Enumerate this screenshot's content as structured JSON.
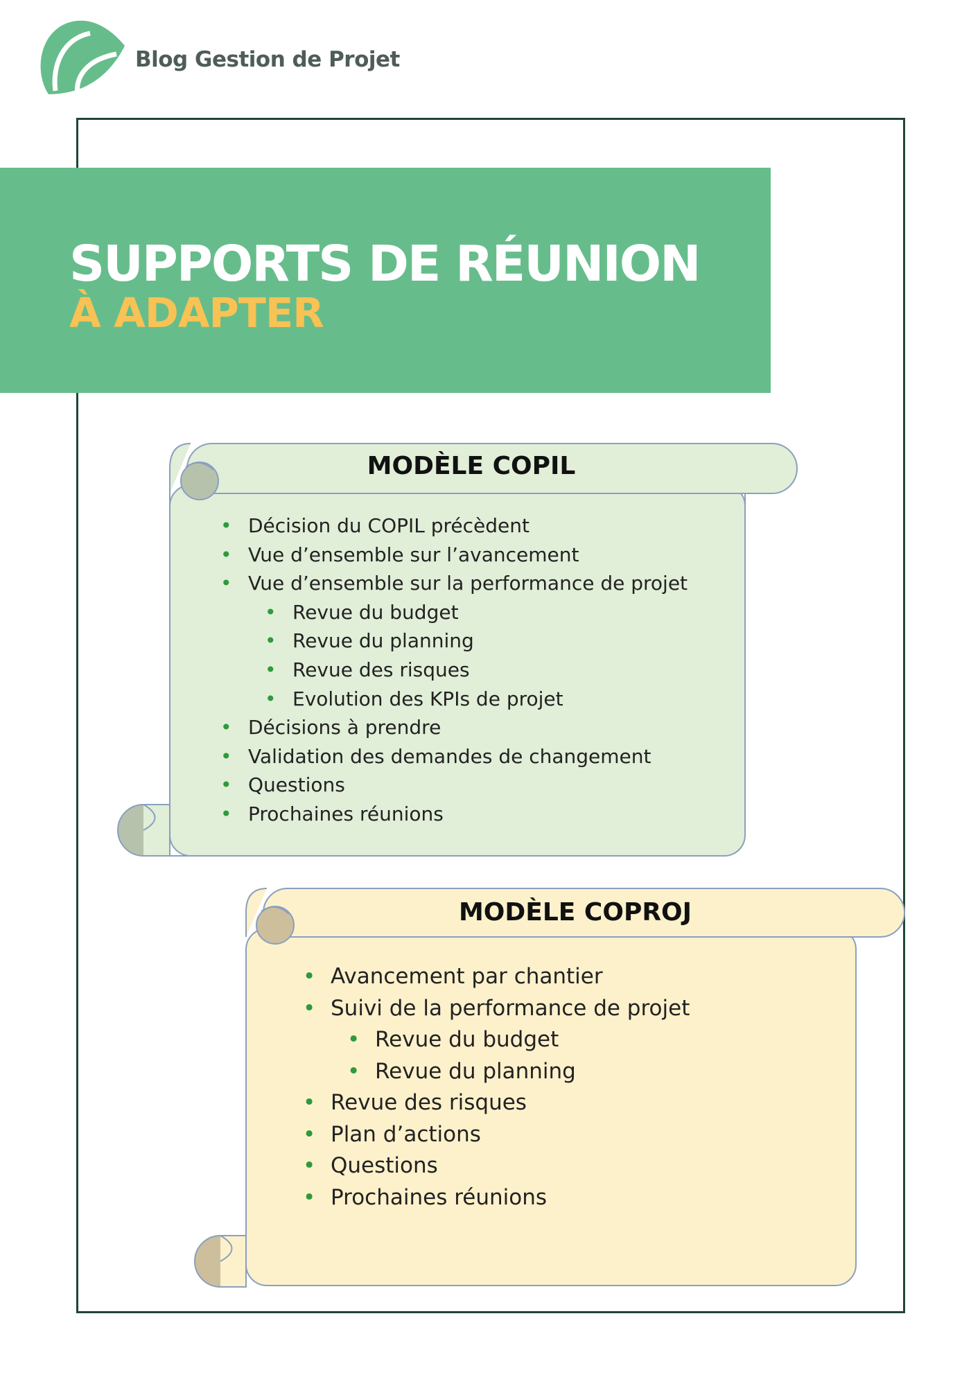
{
  "brand": {
    "name": "Blog Gestion de Projet",
    "icon": "leaf-logo-icon",
    "color": "#66bd8b"
  },
  "banner": {
    "title": "SUPPORTS DE RÉUNION",
    "subtitle": "À ADAPTER",
    "color": "#66bd8b",
    "subtitle_color": "#f8c254"
  },
  "copil": {
    "title": "MODÈLE COPIL",
    "fill": "#e1eed8",
    "items": [
      {
        "text": "Décision du COPIL précèdent",
        "level": 1
      },
      {
        "text": "Vue d’ensemble sur l’avancement",
        "level": 1
      },
      {
        "text": "Vue d’ensemble sur la performance de projet",
        "level": 1
      },
      {
        "text": "Revue du budget",
        "level": 2
      },
      {
        "text": "Revue du planning",
        "level": 2
      },
      {
        "text": "Revue des risques",
        "level": 2
      },
      {
        "text": "Evolution des KPIs de projet",
        "level": 2
      },
      {
        "text": "Décisions à prendre",
        "level": 1
      },
      {
        "text": "Validation des demandes de changement",
        "level": 1
      },
      {
        "text": "Questions",
        "level": 1
      },
      {
        "text": "Prochaines réunions",
        "level": 1
      }
    ]
  },
  "coproj": {
    "title": "MODÈLE COPROJ",
    "fill": "#fdf1cb",
    "items": [
      {
        "text": "Avancement par chantier",
        "level": 1
      },
      {
        "text": "Suivi de la performance de projet",
        "level": 1
      },
      {
        "text": "Revue du budget",
        "level": 2
      },
      {
        "text": "Revue du planning",
        "level": 2
      },
      {
        "text": "Revue des risques",
        "level": 1
      },
      {
        "text": "Plan d’actions",
        "level": 1
      },
      {
        "text": "Questions",
        "level": 1
      },
      {
        "text": "Prochaines réunions",
        "level": 1
      }
    ]
  }
}
